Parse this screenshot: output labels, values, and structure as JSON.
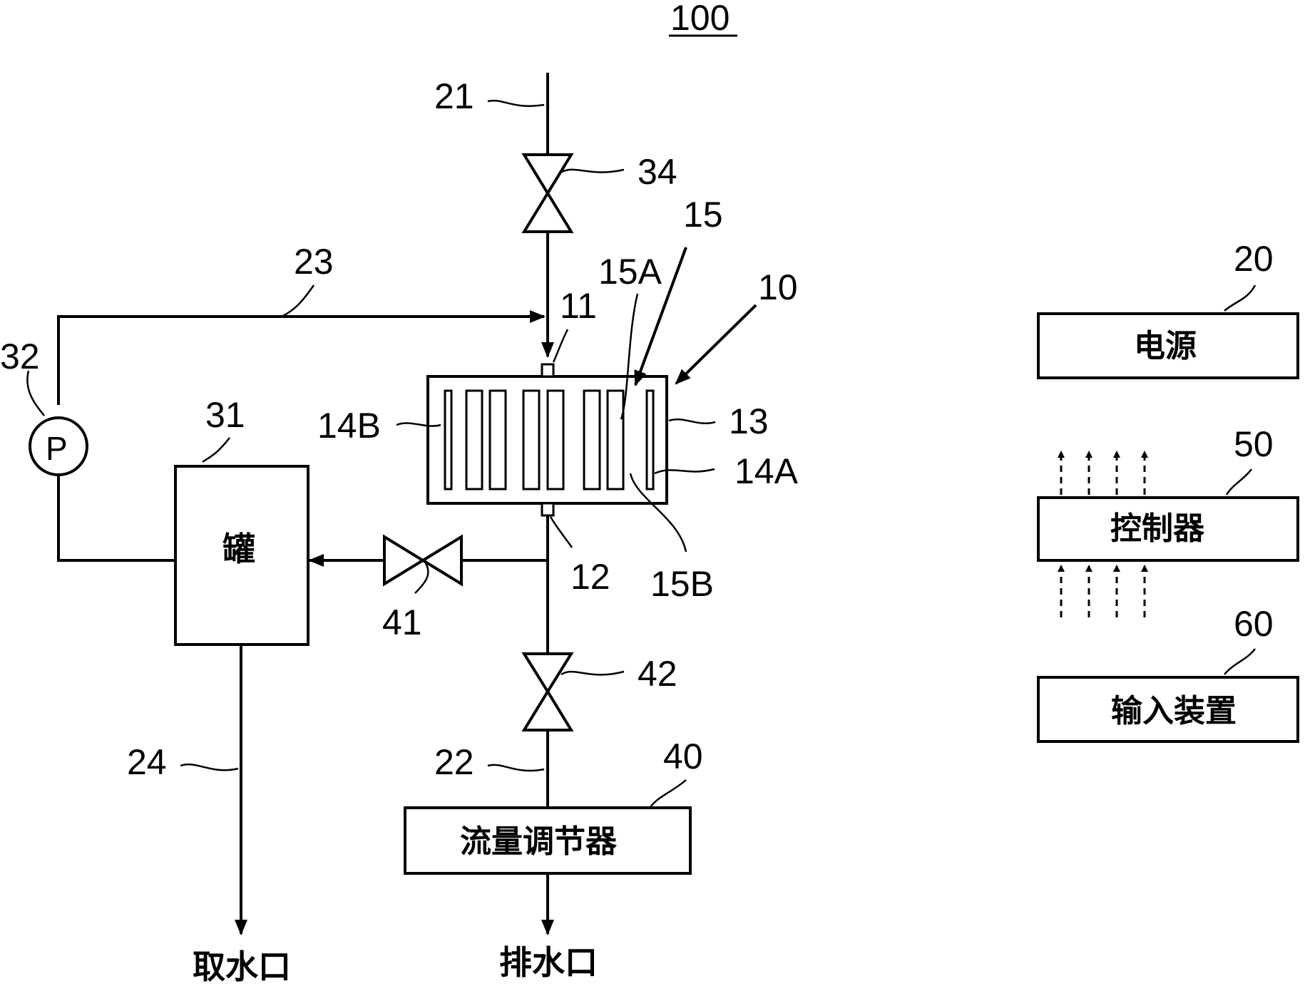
{
  "figure": {
    "ref": "100"
  },
  "labels": {
    "pipe_inlet": "21",
    "valve_inlet": "34",
    "pipe_return": "23",
    "cell": "10",
    "cell_inlet": "11",
    "cell_outlet": "12",
    "case": "13",
    "electrode_a": "14A",
    "electrode_b": "14B",
    "membrane": "15",
    "chamber_a": "15A",
    "chamber_b": "15B",
    "pump": "32",
    "pump_symbol": "P",
    "tank_ref": "31",
    "valve_tank": "41",
    "valve_drain": "42",
    "pipe_drain": "22",
    "pipe_outlet": "24",
    "flow_ref": "40",
    "power_ref": "20",
    "controller_ref": "50",
    "input_ref": "60"
  },
  "blocks": {
    "tank": "罐",
    "flow_regulator": "流量调节器",
    "power": "电源",
    "controller": "控制器",
    "input_device": "输入装置"
  },
  "outlets": {
    "intake": "取水口",
    "drain": "排水口"
  }
}
